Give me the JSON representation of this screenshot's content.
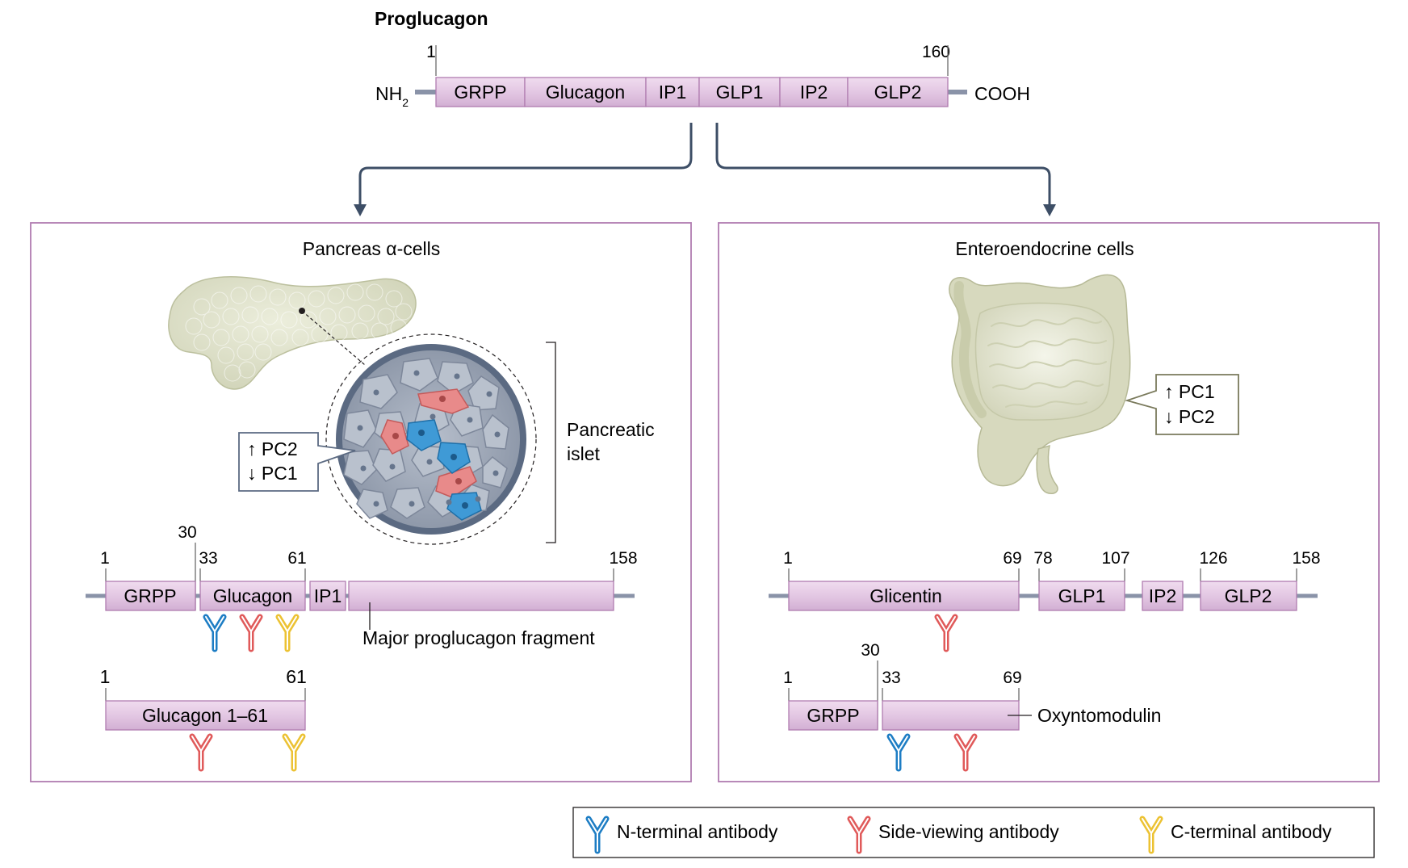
{
  "precursor": {
    "title": "Proglucagon",
    "n_terminus": "NH",
    "n_terminus_sub": "2",
    "c_terminus": "COOH",
    "start_num": "1",
    "end_num": "160",
    "segments": [
      "GRPP",
      "Glucagon",
      "IP1",
      "GLP1",
      "IP2",
      "GLP2"
    ]
  },
  "left_panel": {
    "title": "Pancreas α-cells",
    "enzyme_up": "↑ PC2",
    "enzyme_down": "↓ PC1",
    "islet_label_line1": "Pancreatic",
    "islet_label_line2": "islet",
    "row1": {
      "numbers": [
        "1",
        "30",
        "33",
        "61",
        "158"
      ],
      "segments": [
        "GRPP",
        "Glucagon",
        "IP1"
      ],
      "fragment_label": "Major proglucagon fragment"
    },
    "row2": {
      "numbers": [
        "1",
        "61"
      ],
      "label": "Glucagon 1–61"
    }
  },
  "right_panel": {
    "title": "Enteroendocrine cells",
    "enzyme_up": "↑ PC1",
    "enzyme_down": "↓ PC2",
    "row1": {
      "numbers": [
        "1",
        "69",
        "78",
        "107",
        "126",
        "158"
      ],
      "segments": [
        "Glicentin",
        "GLP1",
        "IP2",
        "GLP2"
      ]
    },
    "row2": {
      "numbers": [
        "1",
        "30",
        "33",
        "69"
      ],
      "segments": [
        "GRPP"
      ],
      "oxm_label": "Oxyntomodulin"
    }
  },
  "legend": {
    "items": [
      {
        "label": "N-terminal antibody",
        "icon": "n-terminal-antibody-icon",
        "color": "#1d7dc4"
      },
      {
        "label": "Side-viewing antibody",
        "icon": "side-viewing-antibody-icon",
        "color": "#e05a5a"
      },
      {
        "label": "C-terminal antibody",
        "icon": "c-terminal-antibody-icon",
        "color": "#ecc233"
      }
    ]
  },
  "colors": {
    "segment_fill": "#e2c6e2",
    "segment_stroke": "#b07cb0",
    "panel_border": "#b07cb0",
    "arrow": "#3d4e66",
    "backbone": "#8a93a8"
  }
}
